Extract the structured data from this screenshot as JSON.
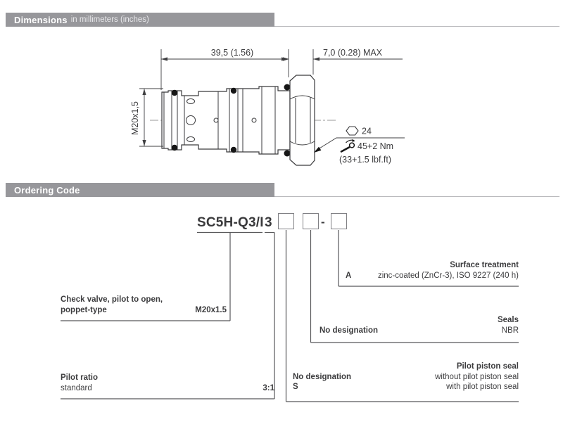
{
  "header_bars": {
    "dimensions": {
      "title": "Dimensions",
      "subtitle": "in millimeters (inches)"
    },
    "ordering": {
      "title": "Ordering Code"
    }
  },
  "drawing": {
    "length_dim": "39,5 (1.56)",
    "hex_width_dim": "7,0 (0.28) MAX",
    "thread_label": "M20x1,5",
    "hex_across_flats": "24",
    "tightening_torque": "45+2 Nm",
    "tightening_torque_alt": "(33+1.5 lbf.ft)"
  },
  "ordering_code": {
    "base_code": "SC5H-Q3/I",
    "fixed_digit": "3",
    "separator": "-",
    "valve_type": {
      "line1": "Check valve, pilot to open,",
      "line2": "poppet-type",
      "thread": "M20x1.5"
    },
    "pilot_ratio": {
      "title": "Pilot ratio",
      "option_label": "standard",
      "option_value": "3:1"
    },
    "pilot_piston_seal": {
      "title": "Pilot piston seal",
      "rows": [
        {
          "code": "No designation",
          "desc": "without pilot piston seal"
        },
        {
          "code": "S",
          "desc": "with pilot piston seal"
        }
      ]
    },
    "seals": {
      "title": "Seals",
      "rows": [
        {
          "code": "No designation",
          "desc": "NBR"
        }
      ]
    },
    "surface_treatment": {
      "title": "Surface treatment",
      "rows": [
        {
          "code": "A",
          "desc": "zinc-coated (ZnCr-3), ISO 9227 (240 h)"
        }
      ]
    }
  },
  "colors": {
    "bar_background": "#97979b",
    "bar_title": "#ffffff",
    "bar_subtitle": "#e9e9ec",
    "diagram_line": "#58585a",
    "text": "#3c3c3e"
  }
}
